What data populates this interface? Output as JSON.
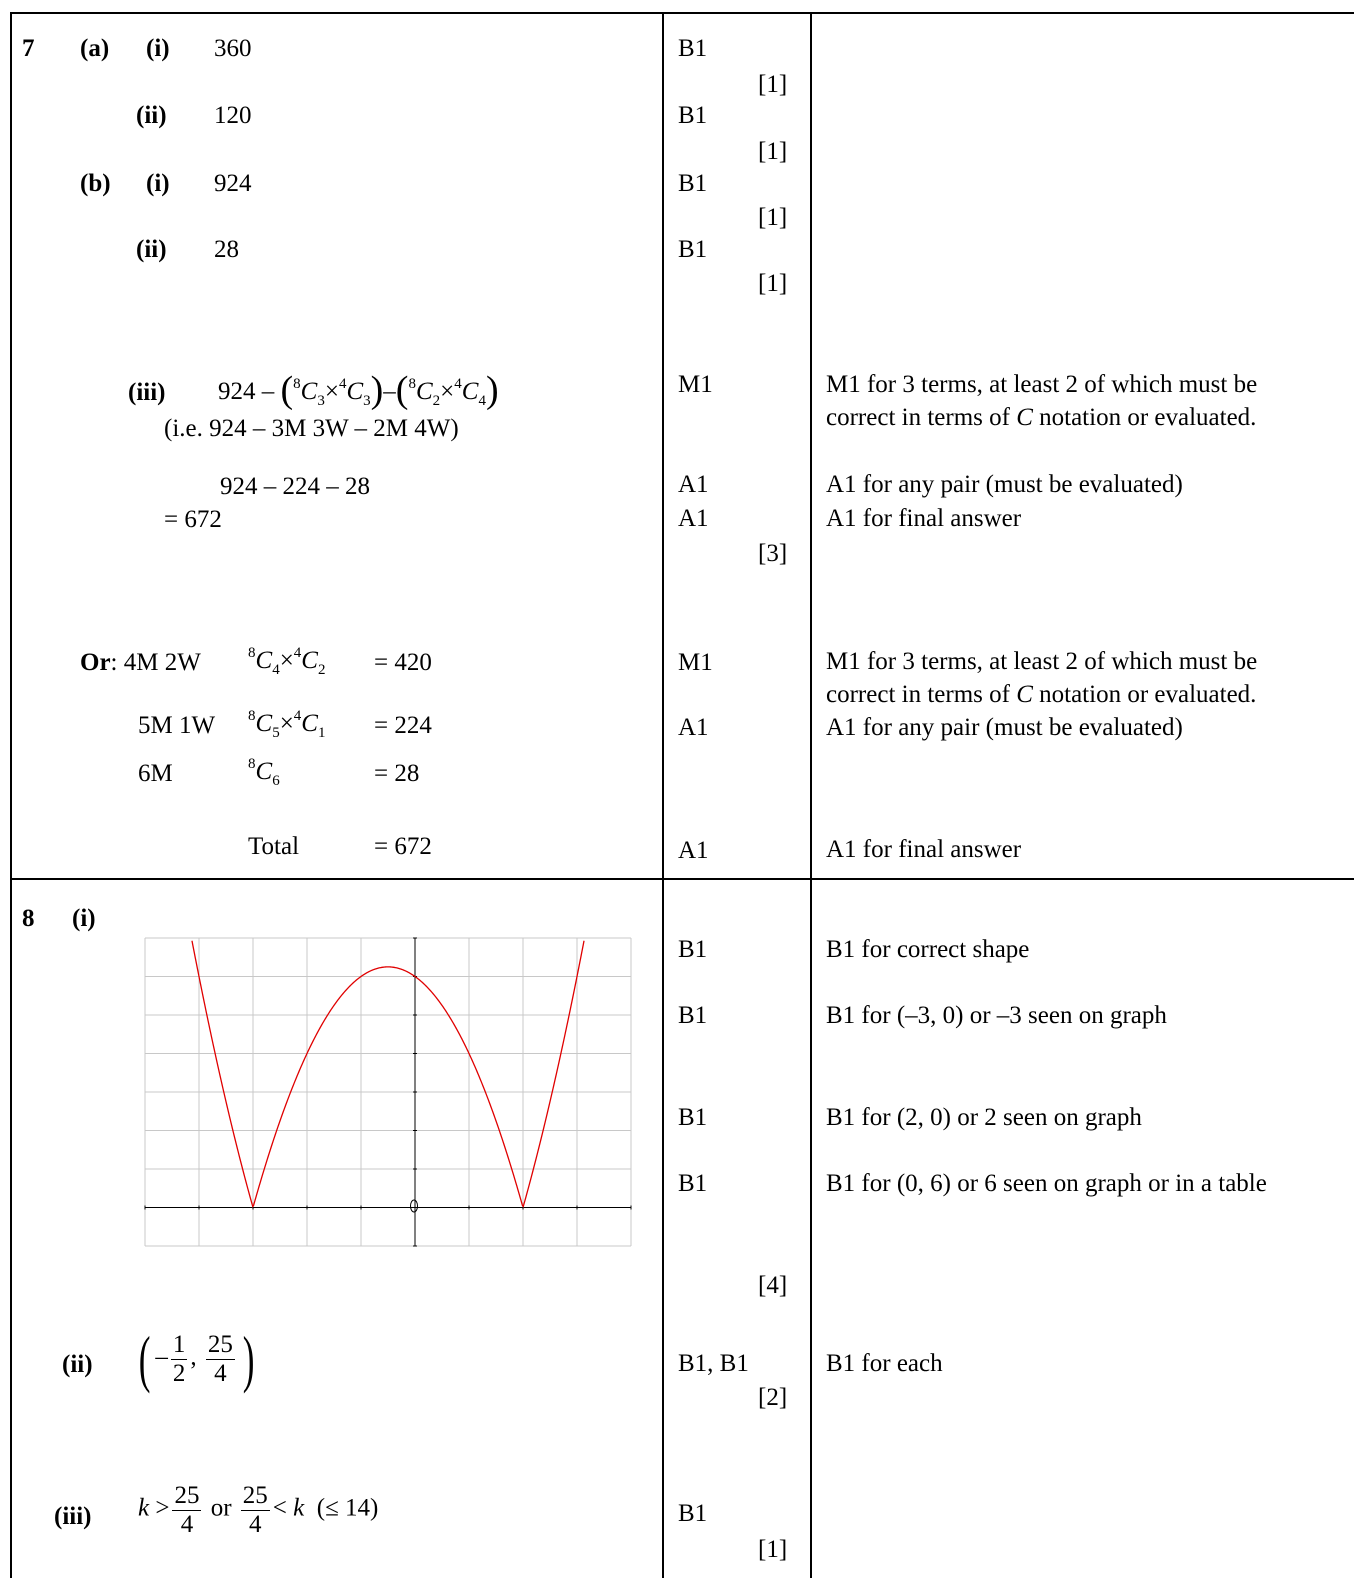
{
  "q7": {
    "num": "7",
    "a": {
      "label": "(a)",
      "i_label": "(i)",
      "i_ans": "360",
      "i_mark": "B1",
      "i_total": "[1]",
      "ii_label": "(ii)",
      "ii_ans": "120",
      "ii_mark": "B1",
      "ii_total": "[1]"
    },
    "b": {
      "label": "(b)",
      "i_label": "(i)",
      "i_ans": "924",
      "i_mark": "B1",
      "i_total": "[1]",
      "ii_label": "(ii)",
      "ii_ans": "28",
      "ii_mark": "B1",
      "ii_total": "[1]"
    },
    "iii": {
      "label": "(iii)",
      "expr_lead": "924 –",
      "ie_line": "(i.e. 924 –   3M 3W   –   2M 4W)",
      "calc_line": "924 – 224 – 28",
      "result": "= 672",
      "mark_m1": "M1",
      "mark_a1a": "A1",
      "mark_a1b": "A1",
      "total": "[3]",
      "note_m1_line1": "M1 for 3 terms, at least 2 of which must be",
      "note_m1_line2a": "correct in terms of ",
      "note_m1_line2c": "C",
      "note_m1_line2b": " notation or evaluated.",
      "note_a1_pair": "A1 for any pair (must be evaluated)",
      "note_a1_final": "A1 for final answer"
    },
    "or": {
      "or_label": "Or",
      "row1_group": "4M 2W",
      "row1_value": "= 420",
      "row2_group": "5M 1W",
      "row2_value": "= 224",
      "row3_group": "6M",
      "row3_value": "= 28",
      "total_label": "Total",
      "total_value": "= 672",
      "mark_m1": "M1",
      "mark_a1": "A1",
      "mark_a1_final": "A1",
      "note_m1_line1": "M1 for 3 terms, at least 2 of which must be",
      "note_m1_line2a": "correct in terms of ",
      "note_m1_line2c": "C",
      "note_m1_line2b": " notation or evaluated.",
      "note_a1_pair": "A1 for any pair (must be evaluated)",
      "note_a1_final": "A1 for final answer"
    }
  },
  "q8": {
    "num": "8",
    "i_label": "(i)",
    "marks": [
      "B1",
      "B1",
      "B1",
      "B1"
    ],
    "notes": [
      "B1 for correct shape",
      "B1 for (–3, 0) or –3 seen on graph",
      "B1 for (2, 0) or 2 seen on graph",
      "B1 for (0, 6) or 6 seen on graph or in a table"
    ],
    "i_total": "[4]",
    "ii_label": "(ii)",
    "ii_num1": "1",
    "ii_den1": "2",
    "ii_num2": "25",
    "ii_den2": "4",
    "ii_minus": "–",
    "ii_comma": ",",
    "ii_mark": "B1, B1",
    "ii_total": "[2]",
    "ii_note": "B1 for each",
    "iii_label": "(iii)",
    "iii_k": "k",
    "iii_gt": ">",
    "iii_num": "25",
    "iii_den": "4",
    "iii_or": "or",
    "iii_lt": "<",
    "iii_tail": "(≤ 14)",
    "iii_mark": "B1",
    "iii_total": "[1]",
    "graph": {
      "curve_color": "#e00000",
      "function": "|(x+3)(x-2)|",
      "x_range": [
        -5,
        4
      ],
      "y_range": [
        -1,
        7
      ],
      "grid": true
    }
  }
}
